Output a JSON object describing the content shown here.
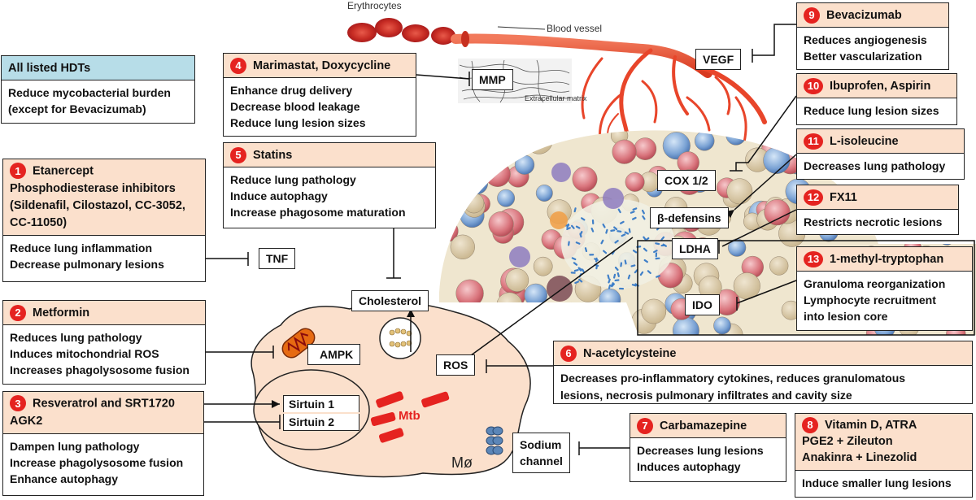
{
  "illustration_labels": {
    "erythrocytes": "Erythrocytes",
    "blood_vessel": "Blood vessel",
    "extracellular_matrix": "Extracellular matrix",
    "macrophage": "Mø",
    "mtb": "Mtb"
  },
  "targets": {
    "vegf": "VEGF",
    "mmp": "MMP",
    "tnf": "TNF",
    "cox": "COX 1/2",
    "defensins": "β-defensins",
    "ldha": "LDHA",
    "ido": "IDO",
    "cholesterol": "Cholesterol",
    "ampk": "AMPK",
    "ros": "ROS",
    "sirtuin1": "Sirtuin 1",
    "sirtuin2": "Sirtuin 2",
    "sodium_channel": [
      "Sodium",
      "channel"
    ]
  },
  "summary": {
    "title": "All listed HDTs",
    "lines": [
      "Reduce mycobacterial burden",
      "(except for Bevacizumab)"
    ]
  },
  "hdts": [
    {
      "num": "1",
      "title_lines": [
        "Etanercept",
        "Phosphodiesterase inhibitors",
        "(Sildenafil, Cilostazol, CC-3052,",
        "CC-11050)"
      ],
      "effects": [
        "Reduce lung inflammation",
        "Decrease pulmonary lesions"
      ]
    },
    {
      "num": "2",
      "title": "Metformin",
      "effects": [
        "Reduces lung pathology",
        "Induces mitochondrial ROS",
        "Increases phagolysosome fusion"
      ]
    },
    {
      "num": "3",
      "title_lines": [
        "Resveratrol and SRT1720",
        "AGK2"
      ],
      "effects": [
        "Dampen lung pathology",
        "Increase phagolysosome fusion",
        "Enhance autophagy"
      ]
    },
    {
      "num": "4",
      "title": "Marimastat, Doxycycline",
      "effects": [
        "Enhance drug delivery",
        "Decrease blood leakage",
        "Reduce lung lesion sizes"
      ]
    },
    {
      "num": "5",
      "title": "Statins",
      "effects": [
        "Reduce lung pathology",
        "Induce autophagy",
        "Increase phagosome maturation"
      ]
    },
    {
      "num": "6",
      "title": "N-acetylcysteine",
      "effects": [
        "Decreases pro-inflammatory cytokines, reduces granulomatous",
        "lesions, necrosis pulmonary infiltrates and cavity size"
      ]
    },
    {
      "num": "7",
      "title": "Carbamazepine",
      "effects": [
        "Decreases lung lesions",
        "Induces autophagy"
      ]
    },
    {
      "num": "8",
      "title_lines": [
        "Vitamin D, ATRA",
        "PGE2 + Zileuton",
        "Anakinra + Linezolid"
      ],
      "effects": [
        "Induce smaller lung lesions"
      ]
    },
    {
      "num": "9",
      "title": "Bevacizumab",
      "effects": [
        "Reduces angiogenesis",
        "Better vascularization"
      ]
    },
    {
      "num": "10",
      "title": "Ibuprofen, Aspirin",
      "effects": [
        "Reduce lung lesion sizes"
      ]
    },
    {
      "num": "11",
      "title": "L-isoleucine",
      "effects": [
        "Decreases lung pathology"
      ]
    },
    {
      "num": "12",
      "title": "FX11",
      "effects": [
        "Restricts necrotic lesions"
      ]
    },
    {
      "num": "13",
      "title": "1-methyl-tryptophan",
      "effects": [
        "Granuloma reorganization",
        "Lymphocyte recruitment",
        "into lesion core"
      ]
    }
  ],
  "colors": {
    "header_fill": "#fbe0cc",
    "summary_header_fill": "#b7dde8",
    "number_badge": "#e52320",
    "macrophage_fill": "#fbe0cc",
    "mtb": "#e52320",
    "vessel": "#e8452a"
  }
}
